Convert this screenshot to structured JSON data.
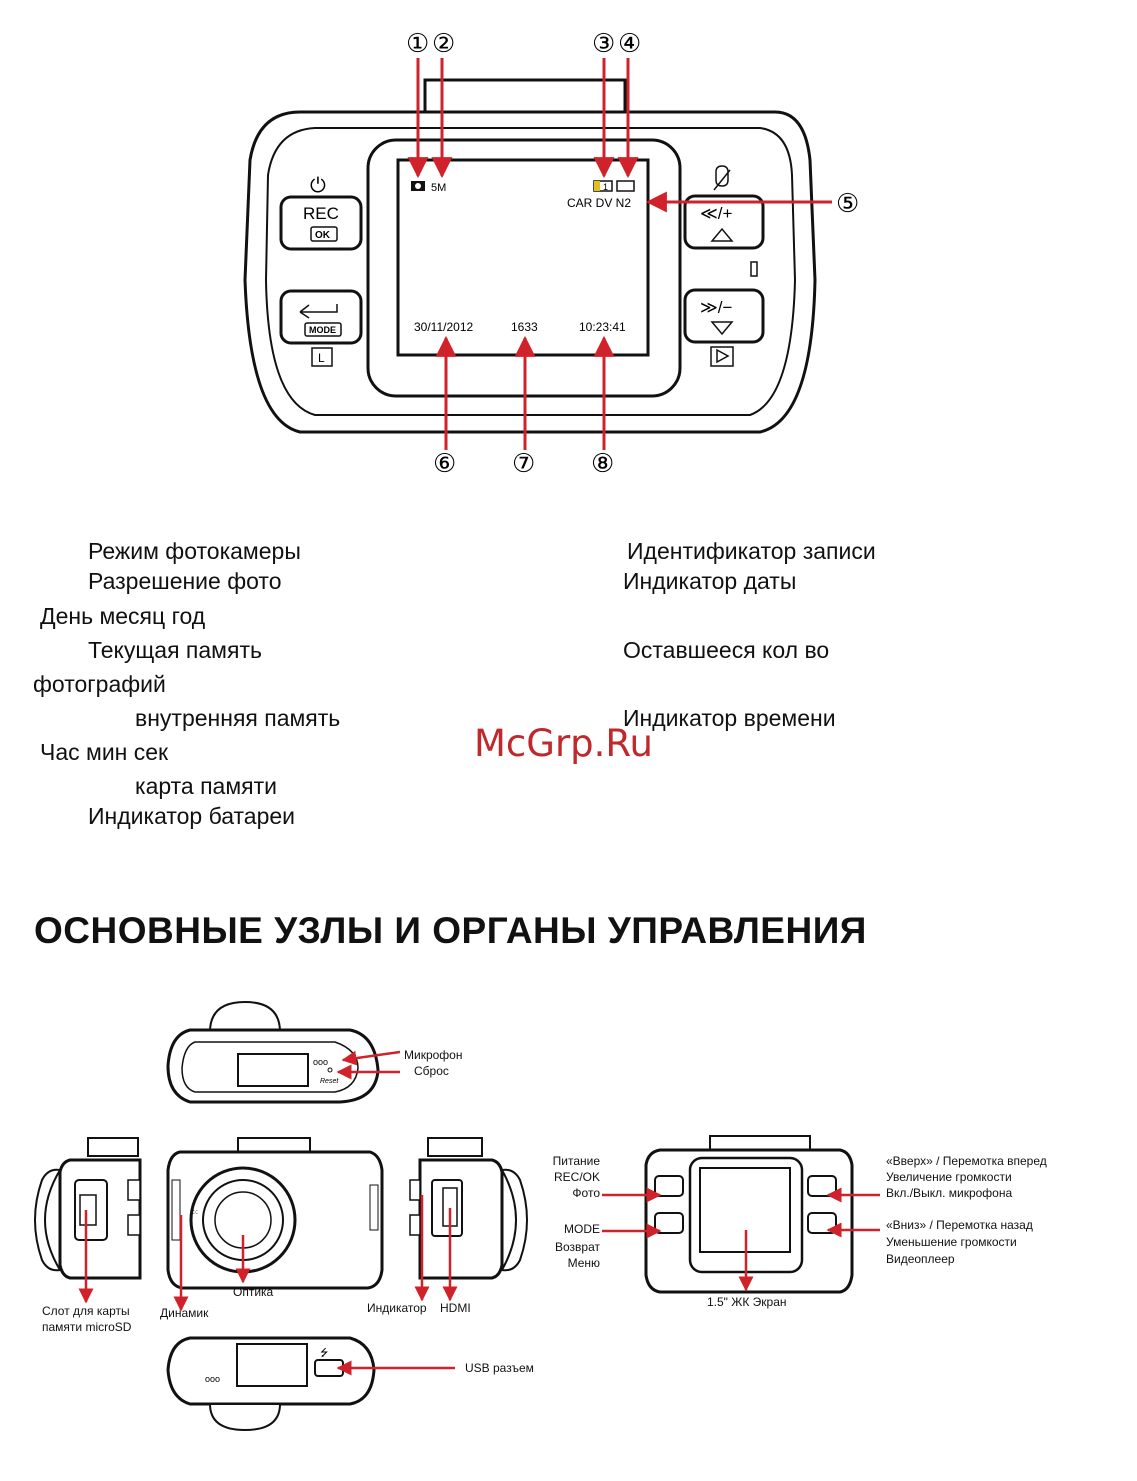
{
  "top_diagram": {
    "markers": [
      "①",
      "②",
      "③",
      "④",
      "⑤",
      "⑥",
      "⑦",
      "⑧"
    ],
    "screen": {
      "resolution": "5M",
      "memory_indicator": "1",
      "record_id": "CAR DV N2",
      "date": "30/11/2012",
      "count": "1633",
      "time": "10:23:41"
    },
    "buttons": {
      "rec": "REC",
      "ok": "OK",
      "mode": "MODE",
      "l_key": "L",
      "up": "≪/+",
      "down": "≫/−"
    }
  },
  "captions": {
    "c1": "Режим фотокамеры",
    "c2": "Разрешение фото",
    "c3": "День месяц год",
    "c4": "Текущая память",
    "c5": "фотографий",
    "c6": "внутренняя память",
    "c7": "Час мин  сек",
    "c8": "карта памяти",
    "c9": "Индикатор батареи",
    "r1": "Идентификатор записи",
    "r2": "Индикатор даты",
    "r3": "Оставшееся кол во",
    "r4": "Индикатор времени"
  },
  "watermark": "McGrp.Ru",
  "section_title": "ОСНОВНЫЕ УЗЛЫ И ОРГАНЫ УПРАВЛЕНИЯ",
  "parts": {
    "mic": "Микрофон",
    "reset": "Сброс",
    "reset_small": "Reset",
    "sd_slot_1": "Слот для карты",
    "sd_slot_2": "памяти microSD",
    "speaker": "Динамик",
    "optics": "Оптика",
    "indicator": "Индикатор",
    "hdmi": "HDMI",
    "usb": "USB разъем",
    "power": "Питание",
    "rec_ok": "REC/OK",
    "photo": "Фото",
    "mode": "MODE",
    "back": "Возврат",
    "menu": "Меню",
    "up_1": "«Вверх» / Перемотка вперед",
    "up_2": "Увеличение громкости",
    "up_3": "Вкл./Выкл. микрофона",
    "down_1": "«Вниз» / Перемотка назад",
    "down_2": "Уменьшение громкости",
    "down_3": "Видеоплеер",
    "lcd": "1.5\" ЖК Экран"
  },
  "colors": {
    "arrow": "#d0222a",
    "line": "#111111"
  }
}
